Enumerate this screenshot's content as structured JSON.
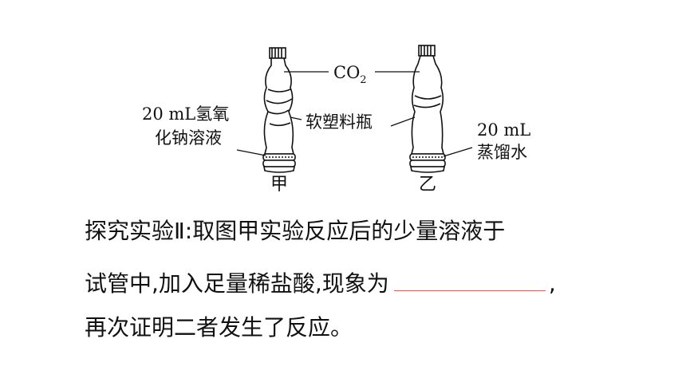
{
  "figure": {
    "gas_label_main": "CO",
    "gas_label_sub": "2",
    "left_solution_line1": "20 mL氢氧",
    "left_solution_line2": "化钠溶液",
    "bottle_label": "软塑料瓶",
    "right_solution_line1": "20 mL",
    "right_solution_line2": "蒸馏水",
    "left_caption": "甲",
    "right_caption": "乙"
  },
  "question": {
    "line1": "探究实验Ⅱ:取图甲实验反应后的少量溶液于",
    "line2_prefix": "试管中,加入足量稀盐酸,现象为",
    "line2_suffix": ",",
    "line3": "再次证明二者发生了反应。"
  }
}
